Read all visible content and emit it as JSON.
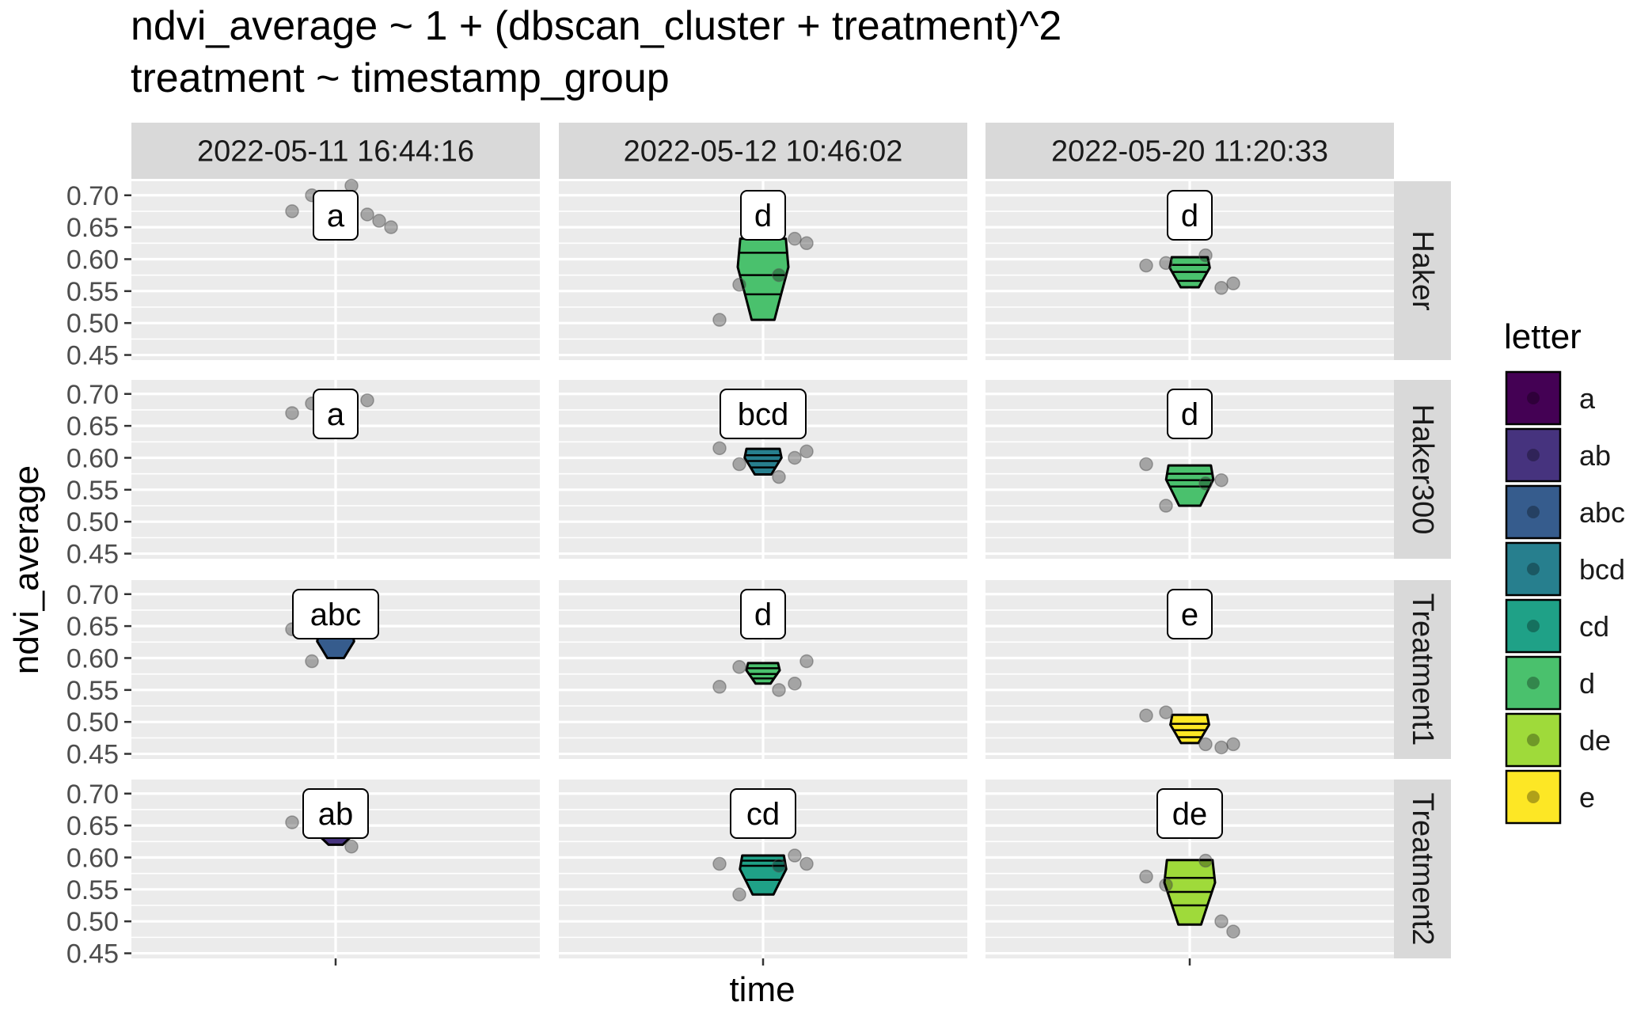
{
  "chart_data": {
    "type": "violin",
    "title": "ndvi_average ~ 1 + (dbscan_cluster + treatment)^2",
    "subtitle": "treatment ~ timestamp_group",
    "xlabel": "time",
    "ylabel": "ndvi_average",
    "ylim": [
      0.45,
      0.72
    ],
    "yticks": [
      0.45,
      0.5,
      0.55,
      0.6,
      0.65,
      0.7
    ],
    "ytick_labels": [
      "0.45",
      "0.50",
      "0.55",
      "0.60",
      "0.65",
      "0.70"
    ],
    "grid": true,
    "legend_position": "right",
    "legend": {
      "title": "letter",
      "entries": [
        {
          "label": "a",
          "color": "#440154"
        },
        {
          "label": "ab",
          "color": "#46337E"
        },
        {
          "label": "abc",
          "color": "#365C8D"
        },
        {
          "label": "bcd",
          "color": "#277F8E"
        },
        {
          "label": "cd",
          "color": "#1FA187"
        },
        {
          "label": "d",
          "color": "#4AC16D"
        },
        {
          "label": "de",
          "color": "#9FDA3A"
        },
        {
          "label": "e",
          "color": "#FDE725"
        }
      ]
    },
    "columns": [
      "2022-05-11 16:44:16",
      "2022-05-12 10:46:02",
      "2022-05-20 11:20:33"
    ],
    "rows": [
      "Haker",
      "Haker300",
      "Treatment1",
      "Treatment2"
    ],
    "panels": [
      {
        "row": "Haker",
        "column": "2022-05-11 16:44:16",
        "letter": "a",
        "violin": [
          0.66,
          0.7
        ],
        "points": [
          0.675,
          0.7,
          0.715,
          0.67,
          0.66,
          0.65
        ]
      },
      {
        "row": "Haker",
        "column": "2022-05-12 10:46:02",
        "letter": "d",
        "violin": [
          0.505,
          0.632
        ],
        "quartiles": [
          0.545,
          0.575,
          0.61
        ],
        "points": [
          0.505,
          0.56,
          0.575,
          0.632,
          0.625
        ]
      },
      {
        "row": "Haker",
        "column": "2022-05-20 11:20:33",
        "letter": "d",
        "violin": [
          0.556,
          0.603
        ],
        "quartiles": [
          0.566,
          0.58,
          0.591
        ],
        "points": [
          0.59,
          0.594,
          0.606,
          0.555,
          0.562
        ]
      },
      {
        "row": "Haker300",
        "column": "2022-05-11 16:44:16",
        "letter": "a",
        "violin": [
          0.675,
          0.695
        ],
        "points": [
          0.67,
          0.685,
          0.695,
          0.69
        ]
      },
      {
        "row": "Haker300",
        "column": "2022-05-12 10:46:02",
        "letter": "bcd",
        "violin": [
          0.574,
          0.614
        ],
        "quartiles": [
          0.585,
          0.595,
          0.604
        ],
        "points": [
          0.615,
          0.59,
          0.57,
          0.6,
          0.61
        ]
      },
      {
        "row": "Haker300",
        "column": "2022-05-20 11:20:33",
        "letter": "d",
        "violin": [
          0.525,
          0.588
        ],
        "quartiles": [
          0.555,
          0.565,
          0.575
        ],
        "points": [
          0.59,
          0.525,
          0.56,
          0.565
        ]
      },
      {
        "row": "Treatment1",
        "column": "2022-05-11 16:44:16",
        "letter": "abc",
        "violin": [
          0.6,
          0.64
        ],
        "points": [
          0.645,
          0.595,
          0.64
        ]
      },
      {
        "row": "Treatment1",
        "column": "2022-05-12 10:46:02",
        "letter": "d",
        "violin": [
          0.56,
          0.592
        ],
        "quartiles": [
          0.568,
          0.575,
          0.584
        ],
        "points": [
          0.555,
          0.586,
          0.55,
          0.56,
          0.595
        ]
      },
      {
        "row": "Treatment1",
        "column": "2022-05-20 11:20:33",
        "letter": "e",
        "violin": [
          0.467,
          0.511
        ],
        "quartiles": [
          0.476,
          0.487,
          0.497
        ],
        "points": [
          0.51,
          0.515,
          0.465,
          0.46,
          0.465
        ]
      },
      {
        "row": "Treatment2",
        "column": "2022-05-11 16:44:16",
        "letter": "ab",
        "violin": [
          0.62,
          0.64
        ],
        "points": [
          0.655,
          0.66,
          0.617
        ]
      },
      {
        "row": "Treatment2",
        "column": "2022-05-12 10:46:02",
        "letter": "cd",
        "violin": [
          0.542,
          0.603
        ],
        "quartiles": [
          0.565,
          0.587,
          0.595
        ],
        "points": [
          0.59,
          0.542,
          0.587,
          0.603,
          0.59
        ]
      },
      {
        "row": "Treatment2",
        "column": "2022-05-20 11:20:33",
        "letter": "de",
        "violin": [
          0.495,
          0.596
        ],
        "quartiles": [
          0.525,
          0.546,
          0.568
        ],
        "points": [
          0.57,
          0.557,
          0.595,
          0.5,
          0.484
        ]
      }
    ]
  }
}
